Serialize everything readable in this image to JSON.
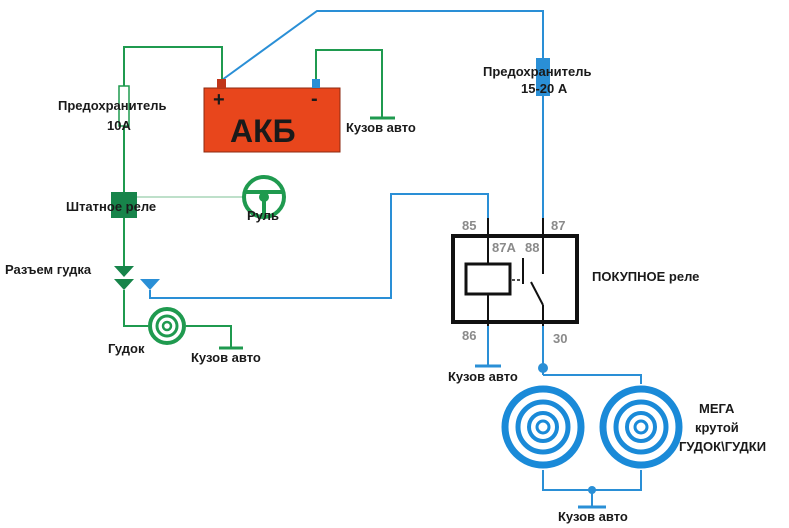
{
  "battery": {
    "label": "АКБ",
    "plus": "+",
    "minus": "-"
  },
  "labels": {
    "fuse_small_line1": "Предохранитель",
    "fuse_small_line2": "10А",
    "fuse_big_line1": "Предохранитель",
    "fuse_big_line2": "15-20 А",
    "ground_battery": "Кузов авто",
    "stock_relay": "Штатное реле",
    "wheel": "Руль",
    "horn_connector": "Разъем гудка",
    "horn": "Гудок",
    "ground_horn": "Кузов авто",
    "ground_relay": "Кузов авто",
    "ground_horns": "Кузов авто",
    "new_relay": "ПОКУПНОЕ реле",
    "mega_line1": "МЕГА",
    "mega_line2": "крутой",
    "mega_line3": "ГУДОК\\ГУДКИ"
  },
  "relay_pins": {
    "p85": "85",
    "p87": "87",
    "p87a": "87А",
    "p88": "88",
    "p86": "86",
    "p30": "30"
  },
  "colors": {
    "green_wire": "#1f9a4f",
    "blue_wire": "#2a8fd6",
    "battery_fill": "#e8461c",
    "stock_relay_fill": "#17844a",
    "horn_blue": "#1a8ad8"
  }
}
